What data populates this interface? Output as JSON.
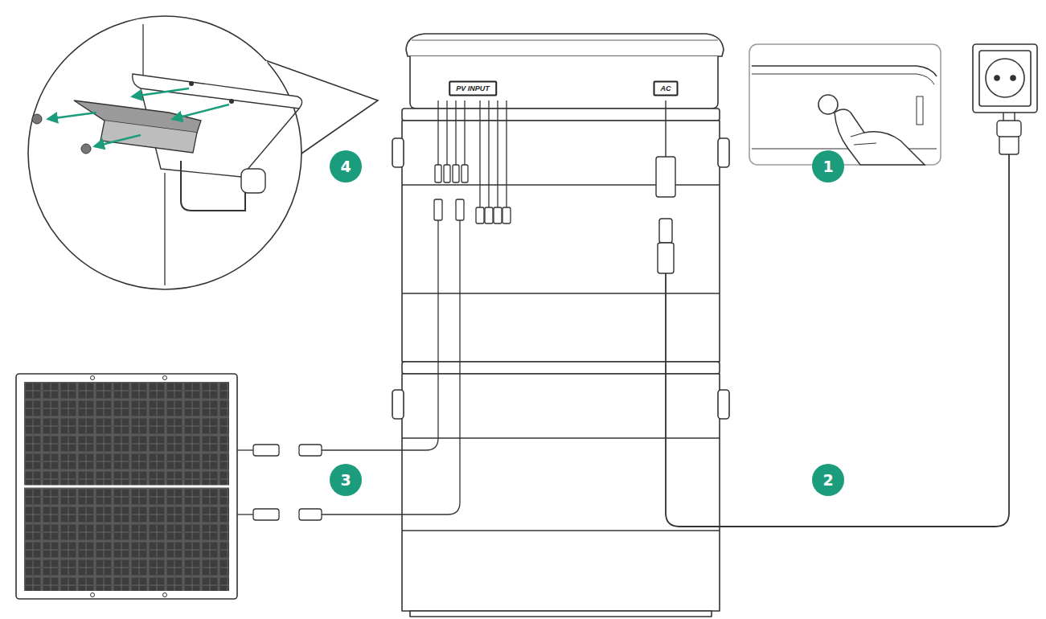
{
  "diagram": {
    "labels": [
      "PV INPUT",
      "AC",
      "1",
      "2",
      "3",
      "4"
    ]
  }
}
